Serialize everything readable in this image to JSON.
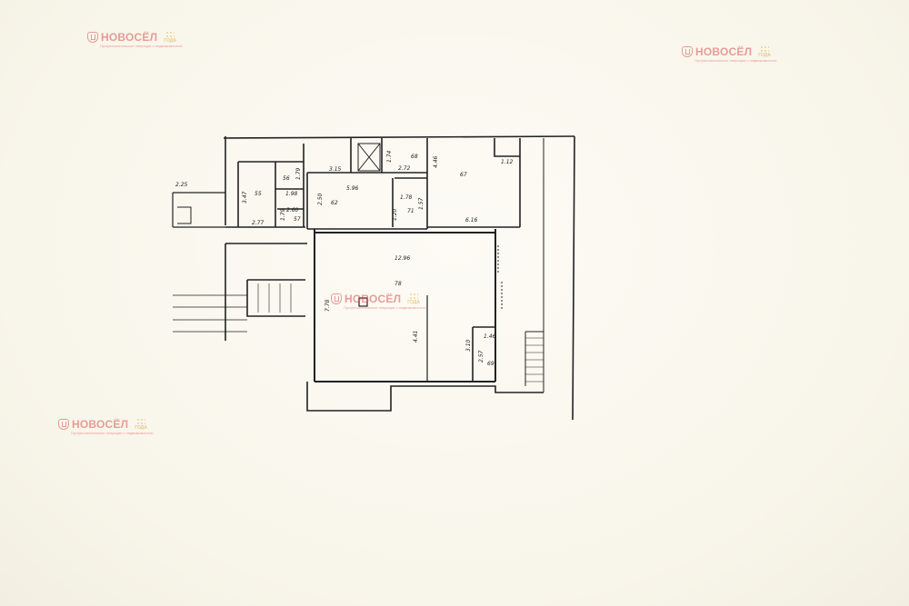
{
  "watermark": {
    "brand": "НОВОСЁЛ",
    "tagline": "Профессиональные операции с недвижимостью",
    "badge": "ГОДА"
  },
  "labels": {
    "l225": "2.25",
    "l347": "3.47",
    "l55": "55",
    "l56": "56",
    "l179a": "1.79",
    "l198": "1.98",
    "l277": "2.77",
    "l260": "2.60",
    "l57": "57",
    "l179b": "1.79",
    "l315": "3.15",
    "l250": "2.50",
    "l596": "5.96",
    "l62": "62",
    "l174": "1.74",
    "l272": "2.72",
    "l68": "68",
    "l446": "4.46",
    "l67": "67",
    "l112": "1.12",
    "l178": "1.78",
    "l120": "1.20",
    "l71": "71",
    "l157": "1.57",
    "l616": "6.16",
    "l1296": "12.96",
    "l78": "78",
    "l778": "7.78",
    "l441": "4.41",
    "l310": "3.10",
    "l146": "1.46",
    "l257": "2.57",
    "l69": "69"
  }
}
